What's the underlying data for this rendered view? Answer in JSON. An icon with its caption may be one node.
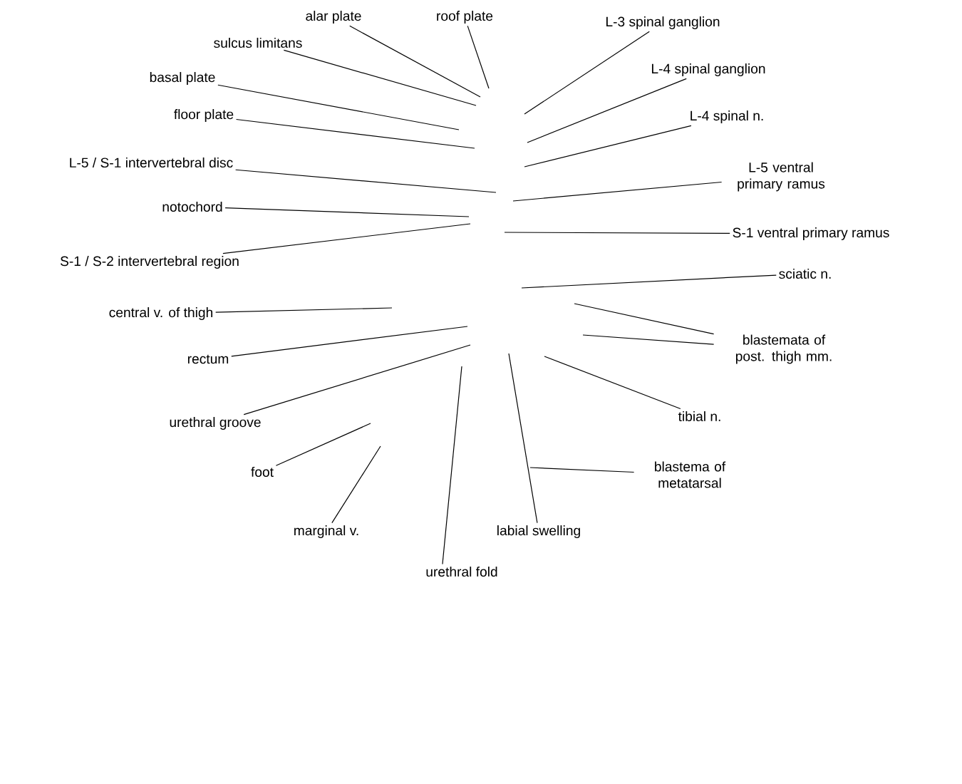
{
  "diagram": {
    "nodes": [
      {
        "text": [
          "alar plate"
        ]
      },
      {
        "text": [
          "roof plate"
        ]
      },
      {
        "text": [
          "L-3 spinal ganglion"
        ]
      },
      {
        "text": [
          "sulcus limitans"
        ]
      },
      {
        "text": [
          "L-4 spinal ganglion"
        ]
      },
      {
        "text": [
          "basal plate"
        ]
      },
      {
        "text": [
          "floor plate"
        ]
      },
      {
        "text": [
          "L-4 spinal n."
        ]
      },
      {
        "text": [
          "L-5 / S-1 intervertebral disc"
        ]
      },
      {
        "text": [
          "L-5 ventral primary ramus"
        ]
      },
      {
        "text": [
          "notochord"
        ]
      },
      {
        "text": [
          "S-1 ventral primary ramus"
        ]
      },
      {
        "text": [
          "S-1 / S-2 intervertebral region"
        ]
      },
      {
        "text": [
          "sciatic n."
        ]
      },
      {
        "text": [
          "central v. of thigh"
        ]
      },
      {
        "text": [
          "blastemata of post. thigh mm."
        ]
      },
      {
        "text": [
          "rectum"
        ]
      },
      {
        "text": [
          "urethral groove"
        ]
      },
      {
        "text": [
          "tibial n."
        ]
      },
      {
        "text": [
          "foot"
        ]
      },
      {
        "text": [
          "blastema of metatarsal"
        ]
      },
      {
        "text": [
          "marginal v."
        ]
      },
      {
        "text": [
          "labial swelling"
        ]
      },
      {
        "text": [
          "urethral fold"
        ]
      }
    ],
    "edges": [
      {
        "from": 0,
        "to": null,
        "arrow": "none"
      },
      {
        "from": 1,
        "to": null,
        "arrow": "none"
      },
      {
        "from": 2,
        "to": null,
        "arrow": "none"
      },
      {
        "from": 3,
        "to": null,
        "arrow": "none"
      },
      {
        "from": 4,
        "to": null,
        "arrow": "none"
      },
      {
        "from": 5,
        "to": null,
        "arrow": "none"
      },
      {
        "from": 6,
        "to": null,
        "arrow": "none"
      },
      {
        "from": 7,
        "to": null,
        "arrow": "none"
      },
      {
        "from": 8,
        "to": null,
        "arrow": "none"
      },
      {
        "from": 9,
        "to": null,
        "arrow": "none"
      },
      {
        "from": 10,
        "to": null,
        "arrow": "none"
      },
      {
        "from": 11,
        "to": null,
        "arrow": "none"
      },
      {
        "from": 12,
        "to": null,
        "arrow": "none"
      },
      {
        "from": 13,
        "to": null,
        "arrow": "none"
      },
      {
        "from": 14,
        "to": null,
        "arrow": "none"
      },
      {
        "from": 15,
        "to": null,
        "arrow": "none"
      },
      {
        "from": 15,
        "to": null,
        "arrow": "none"
      },
      {
        "from": 16,
        "to": null,
        "arrow": "none"
      },
      {
        "from": 17,
        "to": null,
        "arrow": "none"
      },
      {
        "from": 18,
        "to": null,
        "arrow": "none"
      },
      {
        "from": 19,
        "to": null,
        "arrow": "none"
      },
      {
        "from": 20,
        "to": null,
        "arrow": "none"
      },
      {
        "from": 21,
        "to": null,
        "arrow": "none"
      },
      {
        "from": 22,
        "to": null,
        "arrow": "none"
      },
      {
        "from": 23,
        "to": null,
        "arrow": "none"
      }
    ]
  }
}
